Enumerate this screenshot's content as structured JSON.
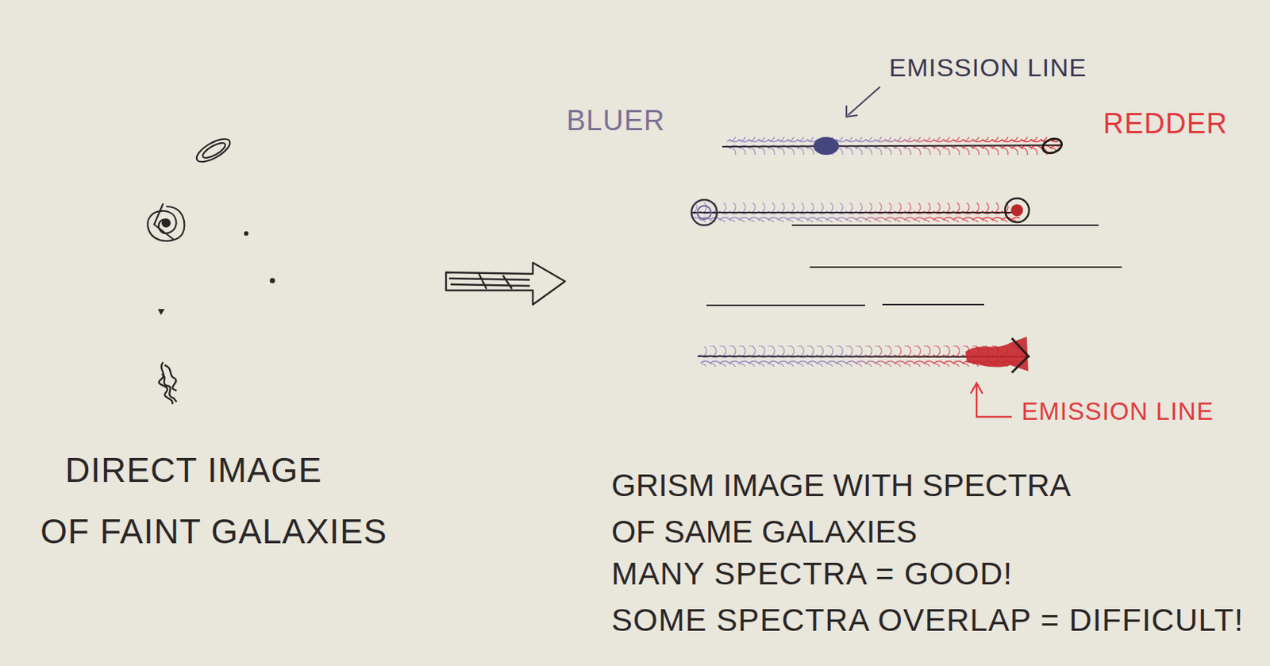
{
  "diagram": {
    "labels": [
      "EMISSION LINE",
      "BLUER",
      "REDDER",
      "EMISSION LINE",
      "DIRECT IMAGE",
      "OF FAINT GALAXIES",
      "GRISM IMAGE WITH SPECTRA OF SAME GALAXIES",
      "MANY SPECTRA = GOOD!",
      "SOME SPECTRA OVERLAP = DIFFICULT!"
    ]
  }
}
